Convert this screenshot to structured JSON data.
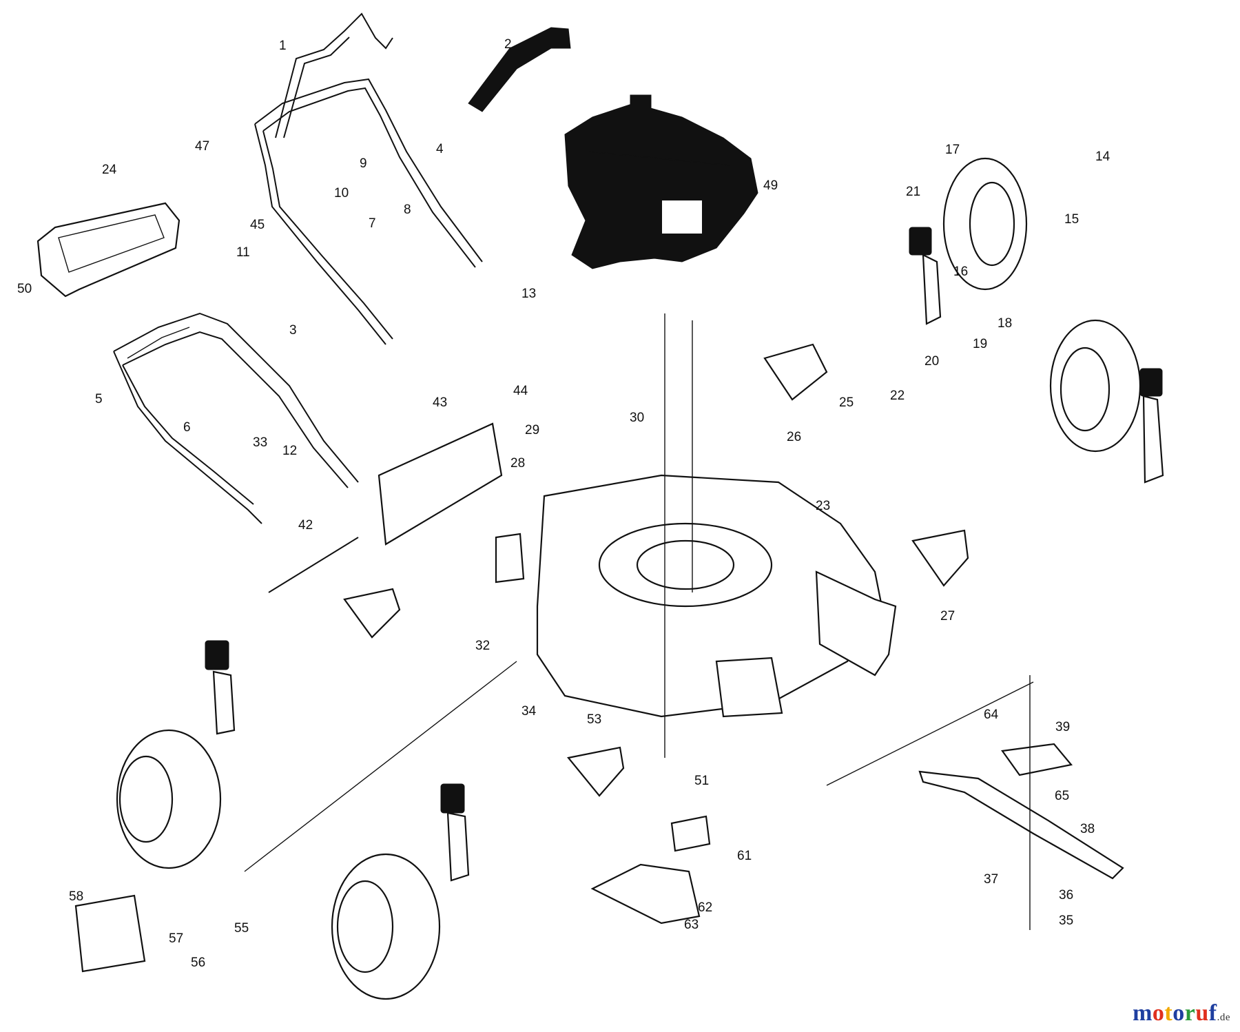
{
  "diagram": {
    "parts": [
      {
        "id": "1"
      },
      {
        "id": "2"
      },
      {
        "id": "3"
      },
      {
        "id": "4"
      },
      {
        "id": "5"
      },
      {
        "id": "6"
      },
      {
        "id": "7"
      },
      {
        "id": "8"
      },
      {
        "id": "9"
      },
      {
        "id": "10"
      },
      {
        "id": "11"
      },
      {
        "id": "12"
      },
      {
        "id": "13"
      },
      {
        "id": "14"
      },
      {
        "id": "15"
      },
      {
        "id": "16"
      },
      {
        "id": "17"
      },
      {
        "id": "18"
      },
      {
        "id": "19"
      },
      {
        "id": "20"
      },
      {
        "id": "21"
      },
      {
        "id": "22"
      },
      {
        "id": "23"
      },
      {
        "id": "24"
      },
      {
        "id": "25"
      },
      {
        "id": "26"
      },
      {
        "id": "27"
      },
      {
        "id": "28"
      },
      {
        "id": "29"
      },
      {
        "id": "30"
      },
      {
        "id": "32"
      },
      {
        "id": "33"
      },
      {
        "id": "34"
      },
      {
        "id": "35"
      },
      {
        "id": "36"
      },
      {
        "id": "37"
      },
      {
        "id": "38"
      },
      {
        "id": "39"
      },
      {
        "id": "42"
      },
      {
        "id": "43"
      },
      {
        "id": "44"
      },
      {
        "id": "45"
      },
      {
        "id": "47"
      },
      {
        "id": "49"
      },
      {
        "id": "50"
      },
      {
        "id": "51"
      },
      {
        "id": "53"
      },
      {
        "id": "55"
      },
      {
        "id": "56"
      },
      {
        "id": "57"
      },
      {
        "id": "58"
      },
      {
        "id": "61"
      },
      {
        "id": "62"
      },
      {
        "id": "63"
      },
      {
        "id": "64"
      },
      {
        "id": "65"
      }
    ]
  },
  "watermark": {
    "text": "motoruf",
    "suffix": ".de",
    "colors": [
      "#1f3fa0",
      "#e0301e",
      "#f2a900",
      "#1f3fa0",
      "#2a9a3a",
      "#e0301e",
      "#1f3fa0"
    ]
  }
}
